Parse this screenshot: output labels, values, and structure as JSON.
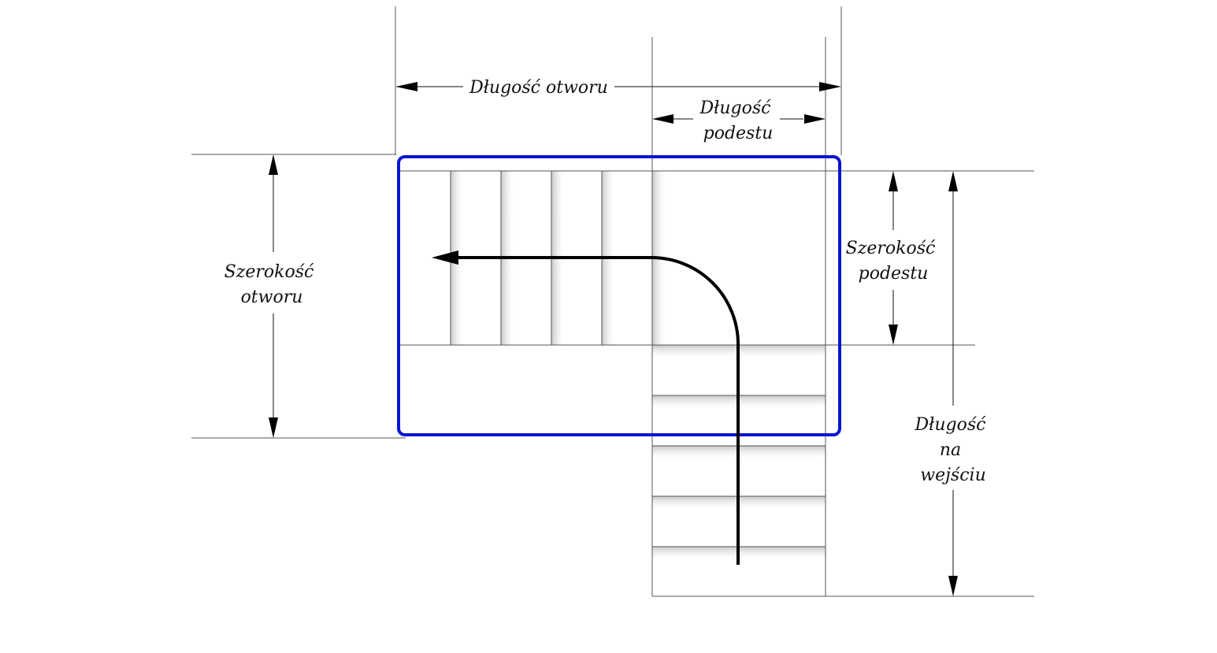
{
  "labels": {
    "opening_length": "Długość otworu",
    "landing_length": [
      "Długość",
      "podestu"
    ],
    "opening_width": [
      "Szerokość",
      "otworu"
    ],
    "landing_width": [
      "Szerokość",
      "podestu"
    ],
    "entry_length": [
      "Długość",
      "na",
      "wejściu"
    ]
  },
  "stairs": {
    "upper_flight_treads": 5,
    "lower_flight_treads": 5
  },
  "colors": {
    "opening_outline": "#0a14d2",
    "lines": "#555555",
    "arrow": "#000000"
  }
}
